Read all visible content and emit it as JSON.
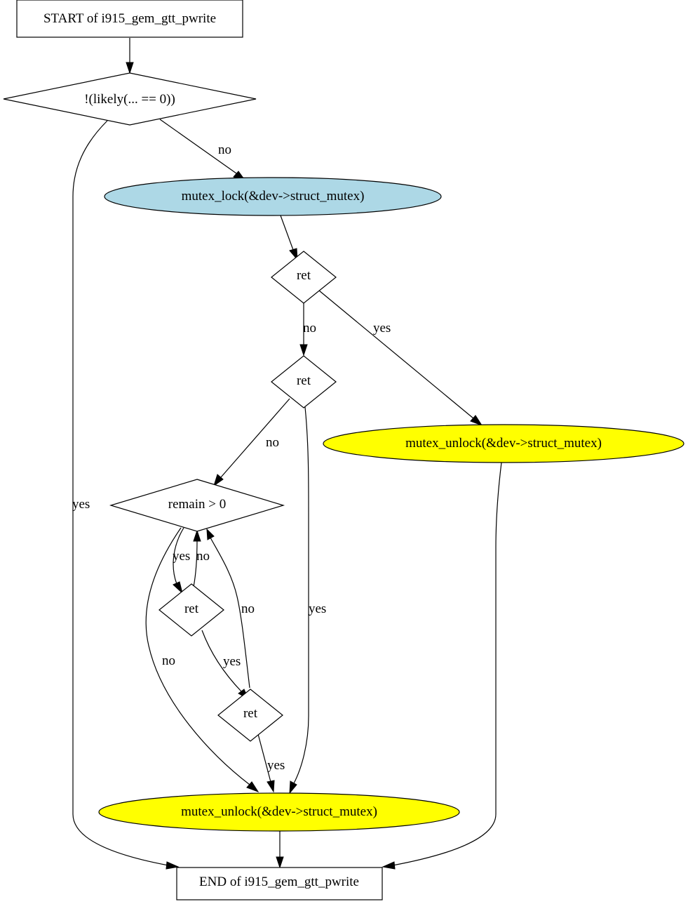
{
  "nodes": {
    "start": {
      "label": "START of i915_gem_gtt_pwrite",
      "shape": "box",
      "fill": "#ffffff"
    },
    "cond_likely": {
      "label": "!(likely(... == 0))",
      "shape": "diamond",
      "fill": "#ffffff"
    },
    "mutex_lock": {
      "label": "mutex_lock(&dev->struct_mutex)",
      "shape": "ellipse",
      "fill": "#add8e6"
    },
    "ret_1": {
      "label": "ret",
      "shape": "diamond",
      "fill": "#ffffff"
    },
    "ret_2": {
      "label": "ret",
      "shape": "diamond",
      "fill": "#ffffff"
    },
    "unlock_right": {
      "label": "mutex_unlock(&dev->struct_mutex)",
      "shape": "ellipse",
      "fill": "#ffff00"
    },
    "remain": {
      "label": "remain > 0",
      "shape": "diamond",
      "fill": "#ffffff"
    },
    "ret_3": {
      "label": "ret",
      "shape": "diamond",
      "fill": "#ffffff"
    },
    "ret_4": {
      "label": "ret",
      "shape": "diamond",
      "fill": "#ffffff"
    },
    "unlock_bottom": {
      "label": "mutex_unlock(&dev->struct_mutex)",
      "shape": "ellipse",
      "fill": "#ffff00"
    },
    "end": {
      "label": "END of i915_gem_gtt_pwrite",
      "shape": "box",
      "fill": "#ffffff"
    }
  },
  "edges": [
    {
      "from": "start",
      "to": "cond_likely",
      "label": ""
    },
    {
      "from": "cond_likely",
      "to": "mutex_lock",
      "label": "no"
    },
    {
      "from": "cond_likely",
      "to": "end",
      "label": "yes"
    },
    {
      "from": "mutex_lock",
      "to": "ret_1",
      "label": ""
    },
    {
      "from": "ret_1",
      "to": "ret_2",
      "label": "no"
    },
    {
      "from": "ret_1",
      "to": "unlock_right",
      "label": "yes"
    },
    {
      "from": "ret_2",
      "to": "remain",
      "label": "no"
    },
    {
      "from": "ret_2",
      "to": "unlock_bottom",
      "label": "yes"
    },
    {
      "from": "unlock_right",
      "to": "end",
      "label": ""
    },
    {
      "from": "remain",
      "to": "ret_3",
      "label": "yes"
    },
    {
      "from": "remain",
      "to": "unlock_bottom",
      "label": "no"
    },
    {
      "from": "ret_3",
      "to": "remain",
      "label": "no"
    },
    {
      "from": "ret_3",
      "to": "ret_4",
      "label": "yes"
    },
    {
      "from": "ret_4",
      "to": "remain",
      "label": "no"
    },
    {
      "from": "ret_4",
      "to": "unlock_bottom",
      "label": "yes"
    },
    {
      "from": "unlock_bottom",
      "to": "end",
      "label": ""
    }
  ]
}
